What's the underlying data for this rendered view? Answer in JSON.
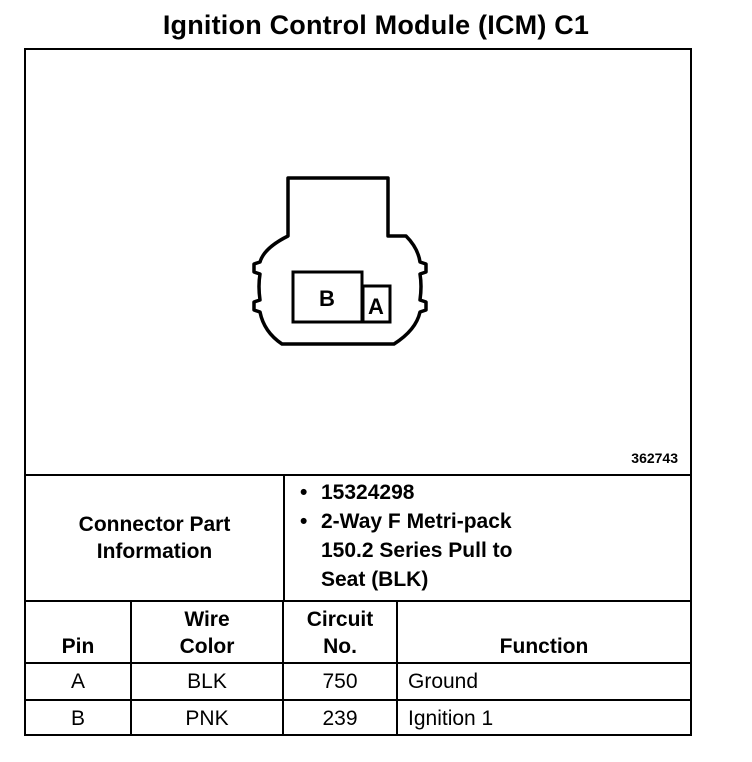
{
  "title": "Ignition Control Module (ICM) C1",
  "diagram": {
    "pins": [
      "B",
      "A"
    ],
    "figure_id": "362743"
  },
  "part_info": {
    "label": "Connector Part\nInformation",
    "items": [
      "15324298",
      "2-Way F Metri-pack\n150.2 Series Pull to\nSeat (BLK)"
    ]
  },
  "table": {
    "headers": [
      "Pin",
      "Wire\nColor",
      "Circuit\nNo.",
      "Function"
    ],
    "rows": [
      [
        "A",
        "BLK",
        "750",
        "Ground"
      ],
      [
        "B",
        "PNK",
        "239",
        "Ignition 1"
      ]
    ]
  }
}
